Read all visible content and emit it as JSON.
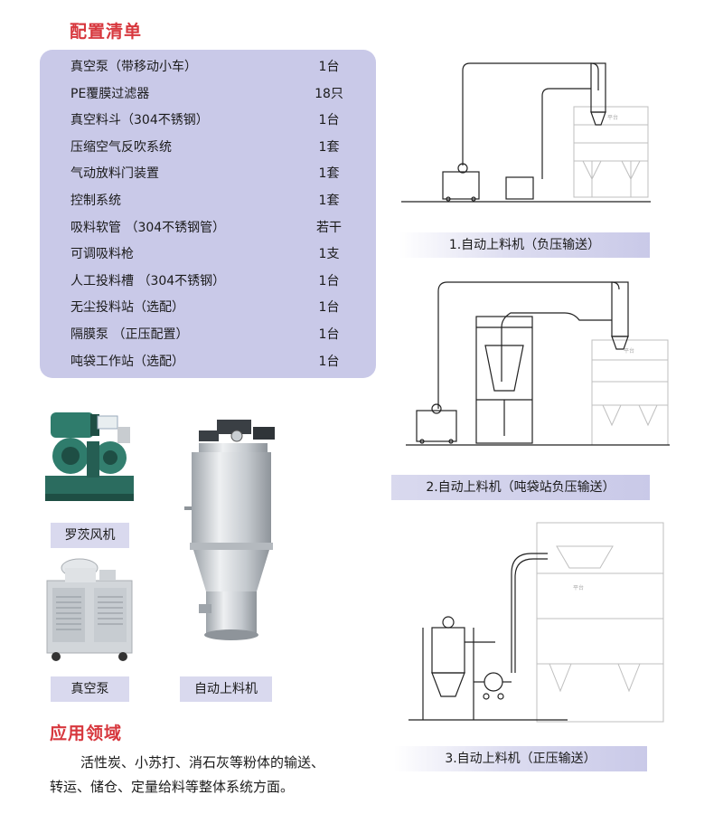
{
  "config": {
    "title": "配置清单",
    "items": [
      {
        "name": "真空泵（带移动小车）",
        "qty": "1台"
      },
      {
        "name": "PE覆膜过滤器",
        "qty": "18只"
      },
      {
        "name": "真空料斗（304不锈钢）",
        "qty": "1台"
      },
      {
        "name": "压缩空气反吹系统",
        "qty": "1套"
      },
      {
        "name": "气动放料门装置",
        "qty": "1套"
      },
      {
        "name": "控制系统",
        "qty": "1套"
      },
      {
        "name": "吸料软管 （304不锈钢管）",
        "qty": "若干"
      },
      {
        "name": "可调吸料枪",
        "qty": "1支"
      },
      {
        "name": "人工投料槽 （304不锈钢）",
        "qty": "1台"
      },
      {
        "name": "无尘投料站（选配）",
        "qty": "1台"
      },
      {
        "name": "隔膜泵 （正压配置）",
        "qty": "1台"
      },
      {
        "name": "吨袋工作站（选配）",
        "qty": "1台"
      }
    ]
  },
  "products": {
    "roots_blower": "罗茨风机",
    "vacuum_pump": "真空泵",
    "auto_loader": "自动上料机"
  },
  "diagrams": {
    "d1_caption": "1.自动上料机（负压输送）",
    "d2_caption": "2.自动上料机（吨袋站负压输送）",
    "d3_caption": "3.自动上料机（正压输送）",
    "platform_label": "平台"
  },
  "application": {
    "title": "应用领域",
    "line1": "活性炭、小苏打、消石灰等粉体的输送、",
    "line2": "转运、储仓、定量给料等整体系统方面。"
  },
  "colors": {
    "accent_red": "#d7373d",
    "panel_lavender": "#c9c9e8"
  }
}
